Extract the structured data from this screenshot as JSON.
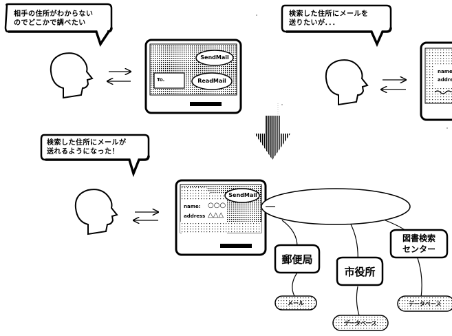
{
  "bubbles": {
    "top_left": [
      "相手の住所がわからない",
      "のでどこかで調べたい"
    ],
    "top_right": [
      "検索した住所にメールを",
      "送りたいが．．．"
    ],
    "middle": [
      "検索した住所にメールが",
      "送れるようになった！"
    ]
  },
  "mail_window_top": {
    "send_label": "SendMail",
    "read_label": "ReadMail",
    "to_label": "To."
  },
  "mail_window_right": {
    "name_label": "name",
    "address_label": "addre"
  },
  "mail_window_bottom": {
    "send_label": "SendMail",
    "name_label": "name:",
    "name_value": "○○○",
    "address_label": "address",
    "address_value": "△△△"
  },
  "nodes": {
    "post_office": "郵便局",
    "city_hall": "市役所",
    "library": [
      "図書検索",
      "センター"
    ]
  },
  "tags": {
    "mail": "メール",
    "database_center": "データベース",
    "database_right": "データベース"
  }
}
